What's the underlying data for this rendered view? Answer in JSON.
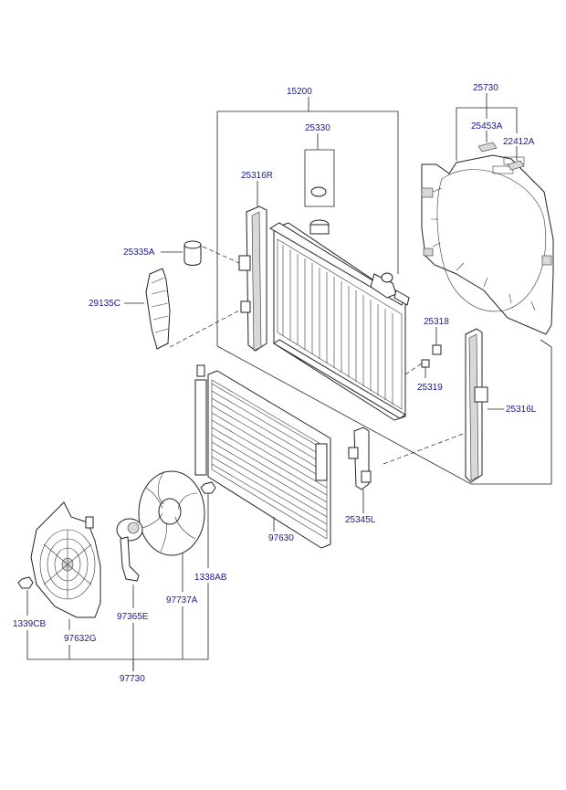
{
  "labels": {
    "p15200": "15200",
    "p25330": "25330",
    "p25316R": "25316R",
    "p25335A": "25335A",
    "p29135C": "29135C",
    "p25730": "25730",
    "p25453A": "25453A",
    "p22412A": "22412A",
    "p25318": "25318",
    "p25319": "25319",
    "p25316L": "25316L",
    "p25345L": "25345L",
    "p97630": "97630",
    "p1338AB": "1338AB",
    "p97737A": "97737A",
    "p97365E": "97365E",
    "p1339CB": "1339CB",
    "p97632G": "97632G",
    "p97730": "97730"
  }
}
